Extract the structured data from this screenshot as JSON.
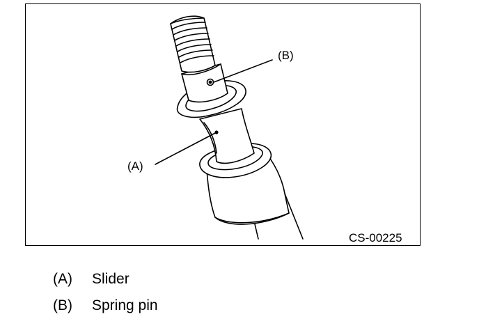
{
  "figure": {
    "code": "CS-00225",
    "callouts": [
      {
        "label": "(A)"
      },
      {
        "label": "(B)"
      }
    ]
  },
  "legend": [
    {
      "letter": "(A)",
      "text": "Slider"
    },
    {
      "letter": "(B)",
      "text": "Spring pin"
    }
  ]
}
